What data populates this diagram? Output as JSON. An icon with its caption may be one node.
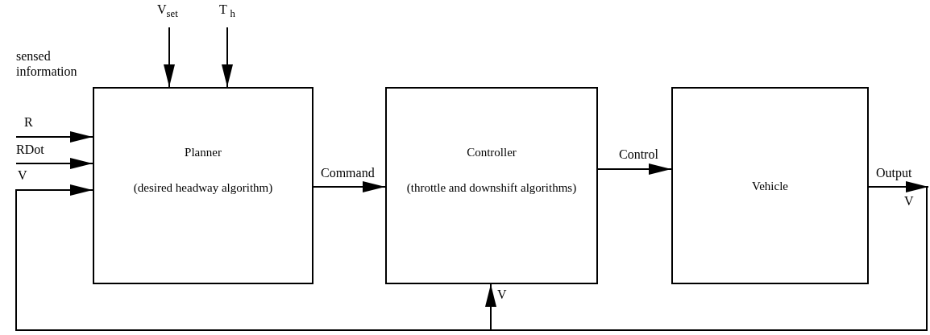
{
  "diagram": {
    "nodes": [
      {
        "text": [
          "Planner",
          "(desired headway algorithm)"
        ]
      },
      {
        "text": [
          "Controller",
          "(throttle and downshift algorithms)"
        ]
      },
      {
        "text": [
          "Vehicle"
        ]
      }
    ],
    "edges": [
      {
        "from": null,
        "to": 0,
        "arrow": "to",
        "label": "V$_{set}$"
      },
      {
        "from": null,
        "to": 0,
        "arrow": "to",
        "label": "T $_{h}$"
      },
      {
        "from": null,
        "to": 0,
        "arrow": "to",
        "label": "R"
      },
      {
        "from": null,
        "to": 0,
        "arrow": "to",
        "label": "RDot"
      },
      {
        "from": 2,
        "to": 0,
        "arrow": "to",
        "label": "V"
      },
      {
        "from": 0,
        "to": 1,
        "arrow": "to",
        "label": "Command"
      },
      {
        "from": 1,
        "to": 2,
        "arrow": "to",
        "label": "Control"
      },
      {
        "from": 2,
        "to": null,
        "arrow": "to",
        "label": "Output"
      },
      {
        "from": 2,
        "to": 1,
        "arrow": "to",
        "label": "V"
      }
    ],
    "labels": [
      "sensed information",
      "V"
    ]
  }
}
